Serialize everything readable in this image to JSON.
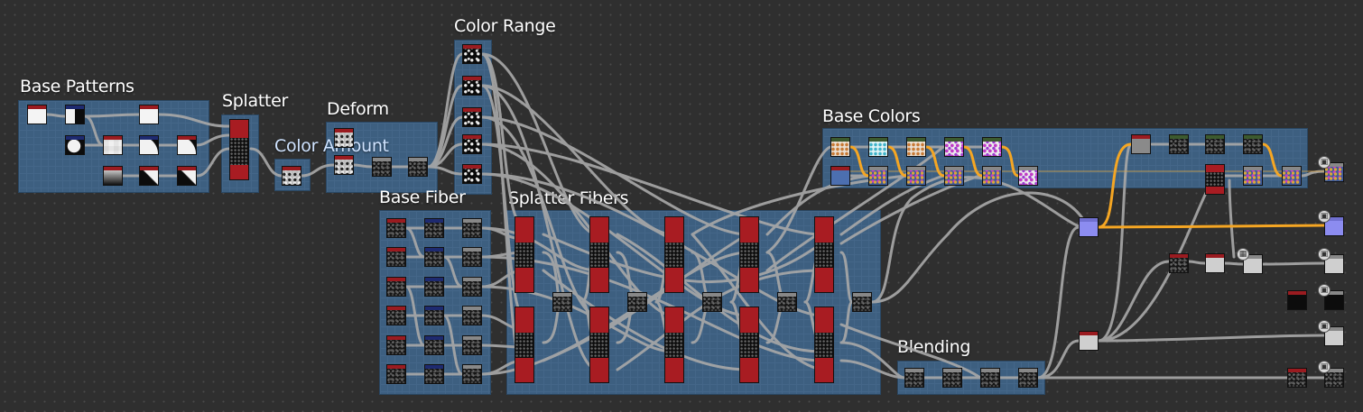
{
  "graph": {
    "frames": {
      "base_patterns": "Base Patterns",
      "splatter": "Splatter",
      "color_amount": "Color Amount",
      "deform": "Deform",
      "color_range": "Color Range",
      "base_fiber": "Base Fiber",
      "splatter_fibers": "Splatter Fibers",
      "base_colors": "Base Colors",
      "blending": "Blending"
    },
    "output_icon": "cube-icon",
    "colors": {
      "frame_fill": "#3d5f80",
      "wire": "#a9a9a9",
      "wire_highlight": "#f5a623",
      "node_header_red": "#9a1b20",
      "background": "#2f2f2f"
    }
  }
}
